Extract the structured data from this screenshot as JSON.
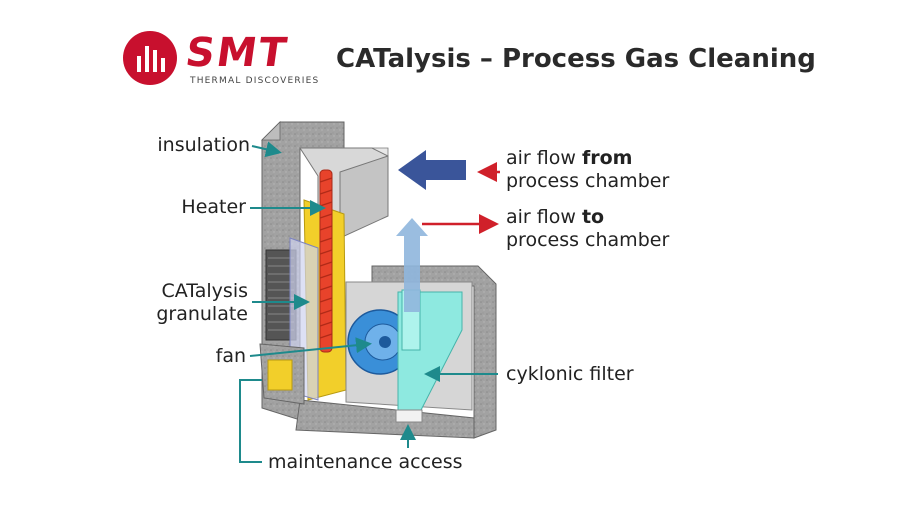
{
  "header": {
    "logo_text": "SMT",
    "logo_subtitle": "THERMAL DISCOVERIES",
    "title": "CATalysis – Process Gas Cleaning"
  },
  "labels": {
    "insulation": "insulation",
    "heater": "Heater",
    "catalysis_line1": "CATalysis",
    "catalysis_line2": "granulate",
    "fan": "fan",
    "maintenance": "maintenance access",
    "cyklonic": "cyklonic filter",
    "airflow_from_prefix": "air flow ",
    "airflow_from_bold": "from",
    "airflow_from_line2": "process chamber",
    "airflow_to_prefix": "air flow ",
    "airflow_to_bold": "to",
    "airflow_to_line2": "process chamber"
  },
  "colors": {
    "brand_red": "#c8102e",
    "leader_teal": "#1e8a8c",
    "arrow_red": "#d0202a",
    "arrow_blue_dark": "#3a559a",
    "arrow_blue_light": "#8fb6dd",
    "insulation_gray": "#9a9a9a",
    "heater_red": "#e8432b",
    "granulate_yellow": "#f2cf2a",
    "fan_blue": "#3a8fd8",
    "filter_cyan": "#8ee9e0"
  }
}
